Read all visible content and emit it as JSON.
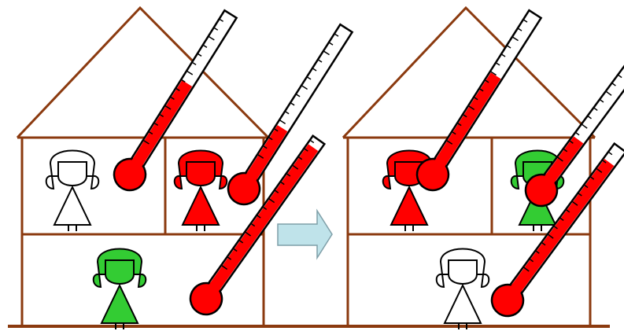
{
  "colors": {
    "house_outline": "#8B3A0F",
    "mercury_red": "#FF0000",
    "tube_fill": "#FFFFFF",
    "outline": "#000000",
    "person_red": "#FF0000",
    "person_green": "#33CC33",
    "person_white": "#FFFFFF",
    "arrow_fill": "#BFE3EA",
    "arrow_stroke": "#7F9FA8"
  },
  "panels": [
    {
      "id": "before",
      "people": [
        {
          "room": "top-left",
          "color": "white"
        },
        {
          "room": "top-right",
          "color": "red"
        },
        {
          "room": "bottom",
          "color": "green"
        }
      ],
      "thermometers": [
        {
          "room": "top-left",
          "fill_fraction": 0.55
        },
        {
          "room": "top-right",
          "fill_fraction": 0.35
        },
        {
          "room": "bottom",
          "fill_fraction": 0.95
        }
      ]
    },
    {
      "id": "after",
      "people": [
        {
          "room": "top-left",
          "color": "red"
        },
        {
          "room": "top-right",
          "color": "green"
        },
        {
          "room": "bottom",
          "color": "white"
        }
      ],
      "thermometers": [
        {
          "room": "top-left",
          "fill_fraction": 0.6
        },
        {
          "room": "top-right",
          "fill_fraction": 0.35
        },
        {
          "room": "bottom",
          "fill_fraction": 0.9
        }
      ]
    }
  ],
  "transition": {
    "icon": "right-arrow-icon"
  }
}
